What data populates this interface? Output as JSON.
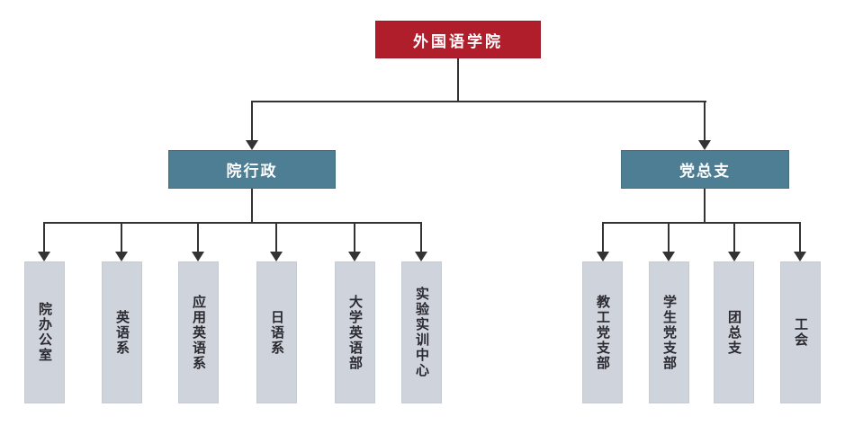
{
  "page": {
    "background": "#ffffff",
    "description": "Organization structure chart of a foreign languages school"
  },
  "colors": {
    "root_node_bg": "#B01E2C",
    "branch_node_bg": "#4E7E94",
    "leaf_node_bg": "#CFD3DB",
    "connector_line": "#333333",
    "root_branch_text": "#ffffff",
    "leaf_text": "#2a2a30"
  },
  "org_chart": {
    "type": "org-tree",
    "root": {
      "label": "外国语学院",
      "children": [
        {
          "label": "院行政",
          "children": [
            {
              "label": "院办公室"
            },
            {
              "label": "英语系"
            },
            {
              "label": "应用英语系"
            },
            {
              "label": "日语系"
            },
            {
              "label": "大学英语部"
            },
            {
              "label": "实验实训中心"
            }
          ]
        },
        {
          "label": "党总支",
          "children": [
            {
              "label": "教工党支部"
            },
            {
              "label": "学生党支部"
            },
            {
              "label": "团总支"
            },
            {
              "label": "工会"
            }
          ]
        }
      ]
    }
  }
}
